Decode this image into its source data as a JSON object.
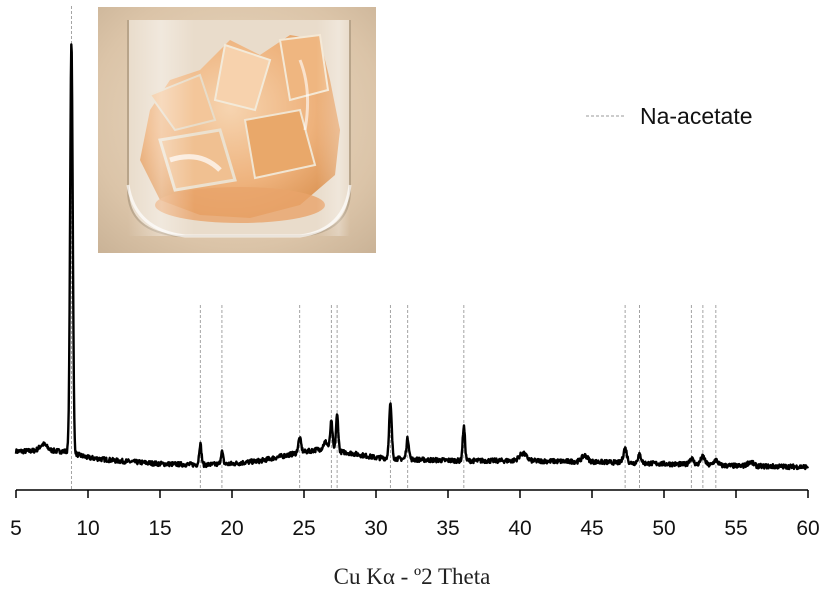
{
  "chart_data": {
    "type": "line",
    "xlabel": "Cu Kα - º2 Theta",
    "ylabel": "",
    "xlim": [
      5,
      60
    ],
    "x_ticks": [
      5,
      10,
      15,
      20,
      25,
      30,
      35,
      40,
      45,
      50,
      55,
      60
    ],
    "y_axis_visible": false,
    "grid": false,
    "legend_placement": "top-right",
    "series": [
      {
        "color": "#000000",
        "baseline": [
          [
            5,
            1.8
          ],
          [
            7,
            1.9
          ],
          [
            8.5,
            1.8
          ],
          [
            10,
            1.2
          ],
          [
            12,
            0.9
          ],
          [
            15,
            0.6
          ],
          [
            18,
            0.5
          ],
          [
            20,
            0.6
          ],
          [
            22,
            0.9
          ],
          [
            24,
            1.5
          ],
          [
            26,
            2.0
          ],
          [
            28,
            1.7
          ],
          [
            30,
            1.2
          ],
          [
            33,
            1.0
          ],
          [
            36,
            0.9
          ],
          [
            40,
            0.9
          ],
          [
            45,
            0.8
          ],
          [
            50,
            0.6
          ],
          [
            55,
            0.4
          ],
          [
            60,
            0.3
          ]
        ],
        "peaks": [
          {
            "x": 6.9,
            "height": 0.6,
            "width": 0.25
          },
          {
            "x": 8.85,
            "height": 40.0,
            "width": 0.09
          },
          {
            "x": 17.8,
            "height": 2.0,
            "width": 0.08
          },
          {
            "x": 19.3,
            "height": 1.2,
            "width": 0.08
          },
          {
            "x": 24.7,
            "height": 1.4,
            "width": 0.1
          },
          {
            "x": 26.5,
            "height": 0.8,
            "width": 0.15
          },
          {
            "x": 26.9,
            "height": 2.8,
            "width": 0.08
          },
          {
            "x": 27.3,
            "height": 3.5,
            "width": 0.08
          },
          {
            "x": 31.0,
            "height": 5.2,
            "width": 0.09
          },
          {
            "x": 32.2,
            "height": 2.0,
            "width": 0.09
          },
          {
            "x": 36.1,
            "height": 3.3,
            "width": 0.08
          },
          {
            "x": 40.2,
            "height": 0.7,
            "width": 0.25
          },
          {
            "x": 44.5,
            "height": 0.6,
            "width": 0.2
          },
          {
            "x": 47.3,
            "height": 1.4,
            "width": 0.12
          },
          {
            "x": 48.3,
            "height": 0.8,
            "width": 0.12
          },
          {
            "x": 51.9,
            "height": 0.6,
            "width": 0.15
          },
          {
            "x": 52.7,
            "height": 0.8,
            "width": 0.15
          },
          {
            "x": 53.6,
            "height": 0.5,
            "width": 0.15
          },
          {
            "x": 56.0,
            "height": 0.4,
            "width": 0.2
          }
        ]
      }
    ],
    "reference_lines": {
      "name": "Na-acetate",
      "style": "dashed",
      "color": "#999999",
      "positions": [
        8.85,
        17.8,
        19.3,
        24.7,
        26.9,
        27.3,
        31.0,
        32.2,
        36.1,
        47.3,
        48.3,
        51.9,
        52.7,
        53.6
      ]
    },
    "inset": {
      "kind": "photo",
      "subject": "orange-beige flaky crystals in a glass vial"
    }
  }
}
